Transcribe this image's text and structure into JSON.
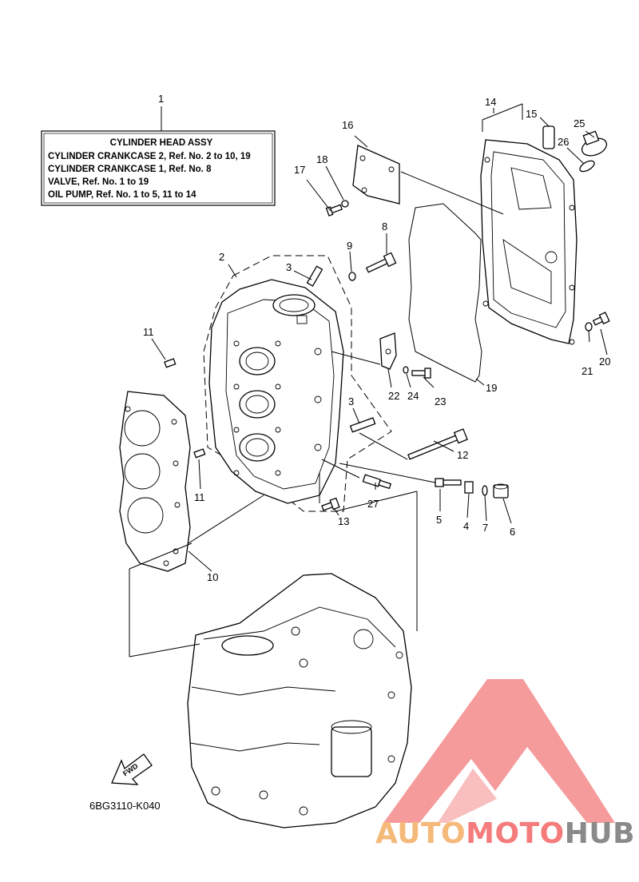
{
  "assembly_box": {
    "title": "CYLINDER HEAD ASSY",
    "lines": [
      "CYLINDER CRANKCASE 2,  Ref. No. 2 to 10, 19",
      "CYLINDER CRANKCASE 1,  Ref. No. 8",
      "VALVE,  Ref. No. 1 to 19",
      "OIL PUMP,  Ref. No. 1 to 5, 11 to 14"
    ]
  },
  "callouts": [
    "1",
    "2",
    "3",
    "3",
    "4",
    "5",
    "6",
    "7",
    "8",
    "9",
    "10",
    "11",
    "11",
    "12",
    "13",
    "14",
    "15",
    "16",
    "17",
    "18",
    "19",
    "20",
    "21",
    "22",
    "23",
    "24",
    "25",
    "26",
    "27"
  ],
  "fwd_label": "FWD",
  "drawing_code": "6BG3110-K040",
  "watermark": {
    "part1": "AUTO",
    "part2": "MOTO",
    "part3": "HUB",
    "color1": "#f5b979",
    "color2": "#f47c7c",
    "color3": "#8a8a8a"
  },
  "colors": {
    "logo": "#f48a8a"
  }
}
